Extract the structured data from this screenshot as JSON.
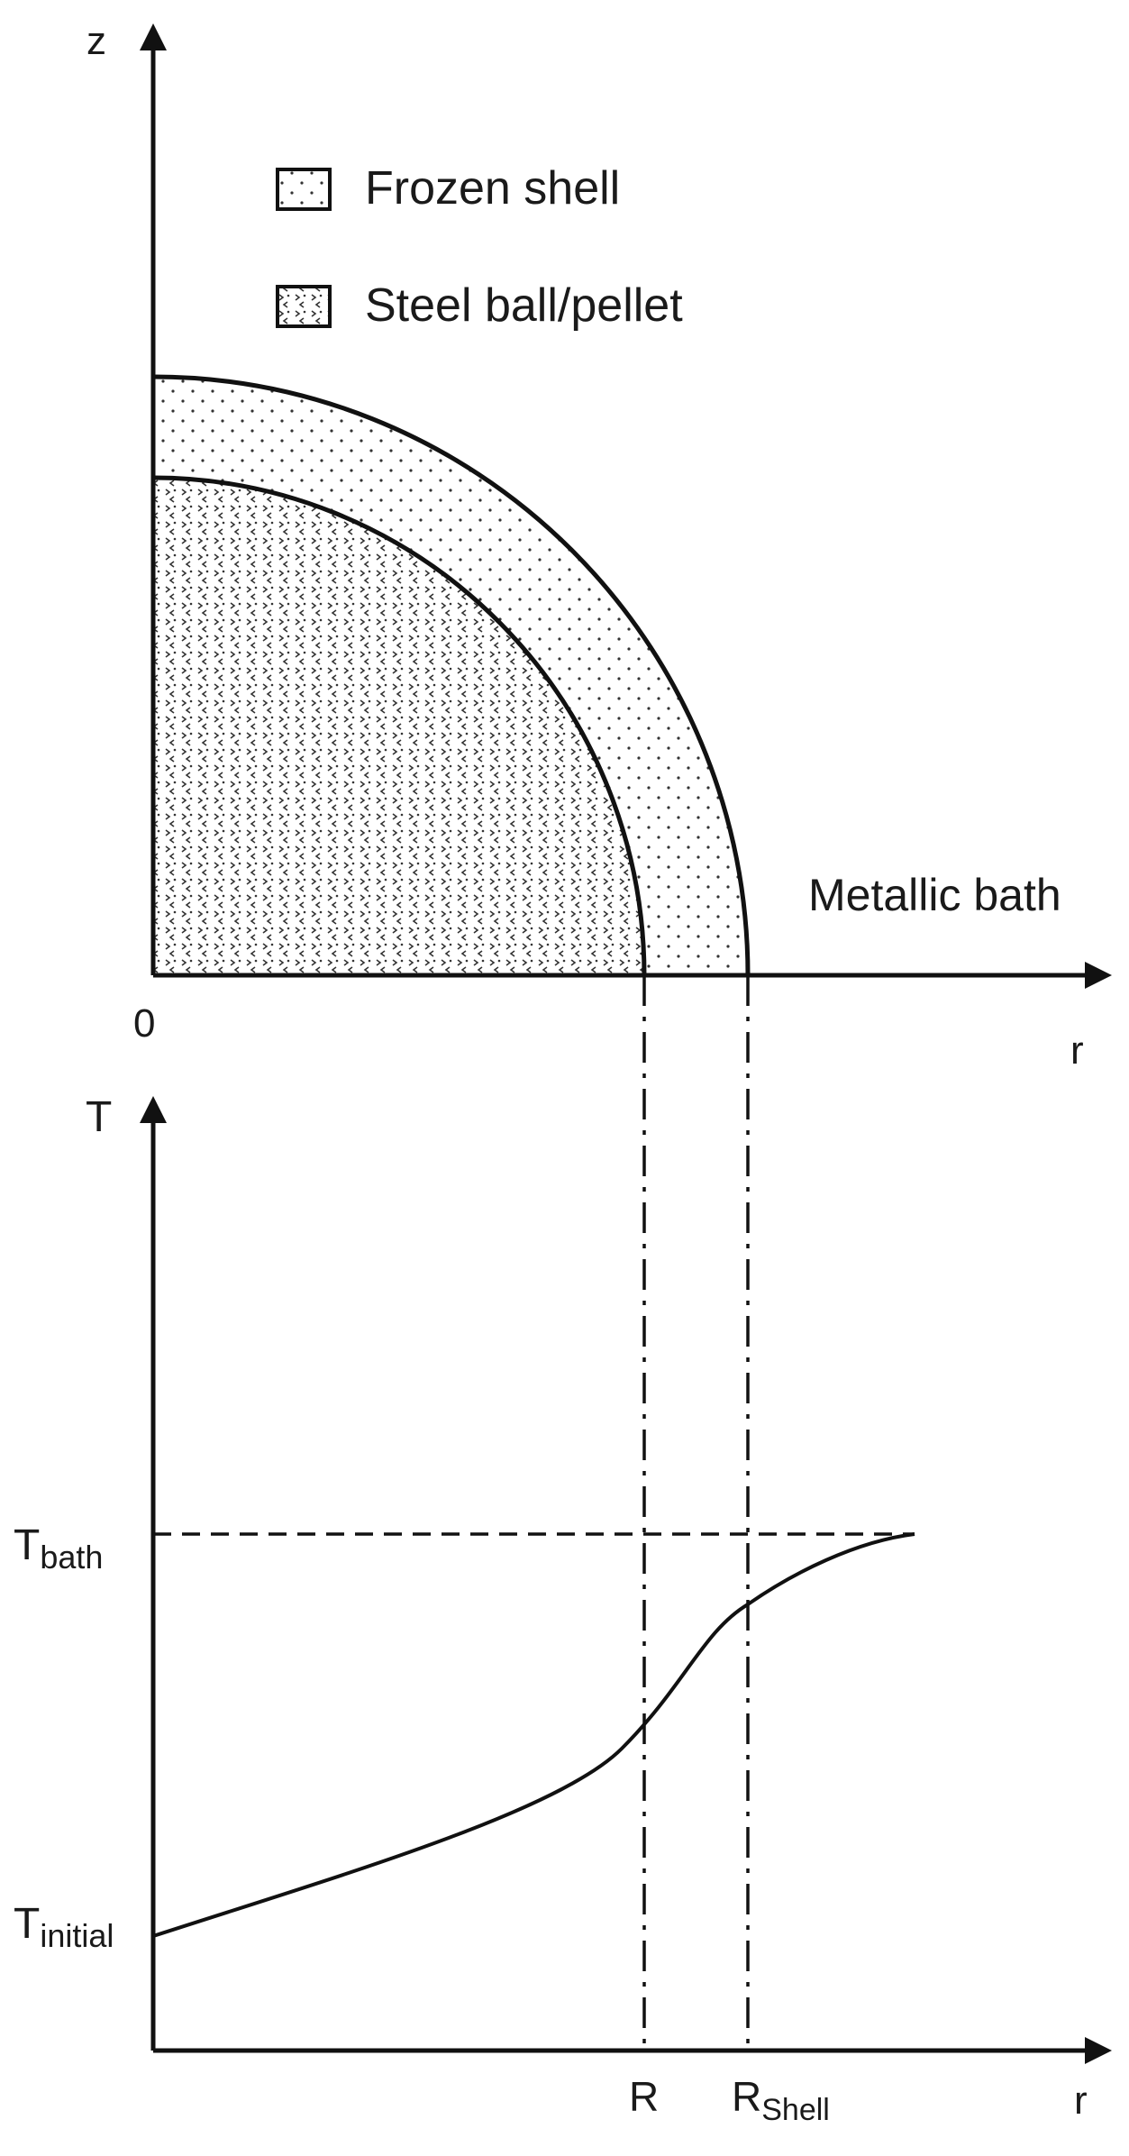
{
  "top_plot": {
    "z_axis_label": "z",
    "r_axis_label": "r",
    "origin_label": "0",
    "region_label": "Metallic bath"
  },
  "legend": {
    "items": [
      {
        "label": "Frozen shell",
        "pattern": "fine-dots"
      },
      {
        "label": "Steel ball/pellet",
        "pattern": "chevron-dots"
      }
    ]
  },
  "bottom_plot": {
    "t_axis_label": "T",
    "r_axis_label": "r",
    "t_bath_main": "T",
    "t_bath_sub": "bath",
    "t_initial_main": "T",
    "t_initial_sub": "initial",
    "r_tick_label": "R",
    "r_shell_main": "R",
    "r_shell_sub": "Shell"
  },
  "colors": {
    "ink": "#111111",
    "background": "#ffffff"
  }
}
